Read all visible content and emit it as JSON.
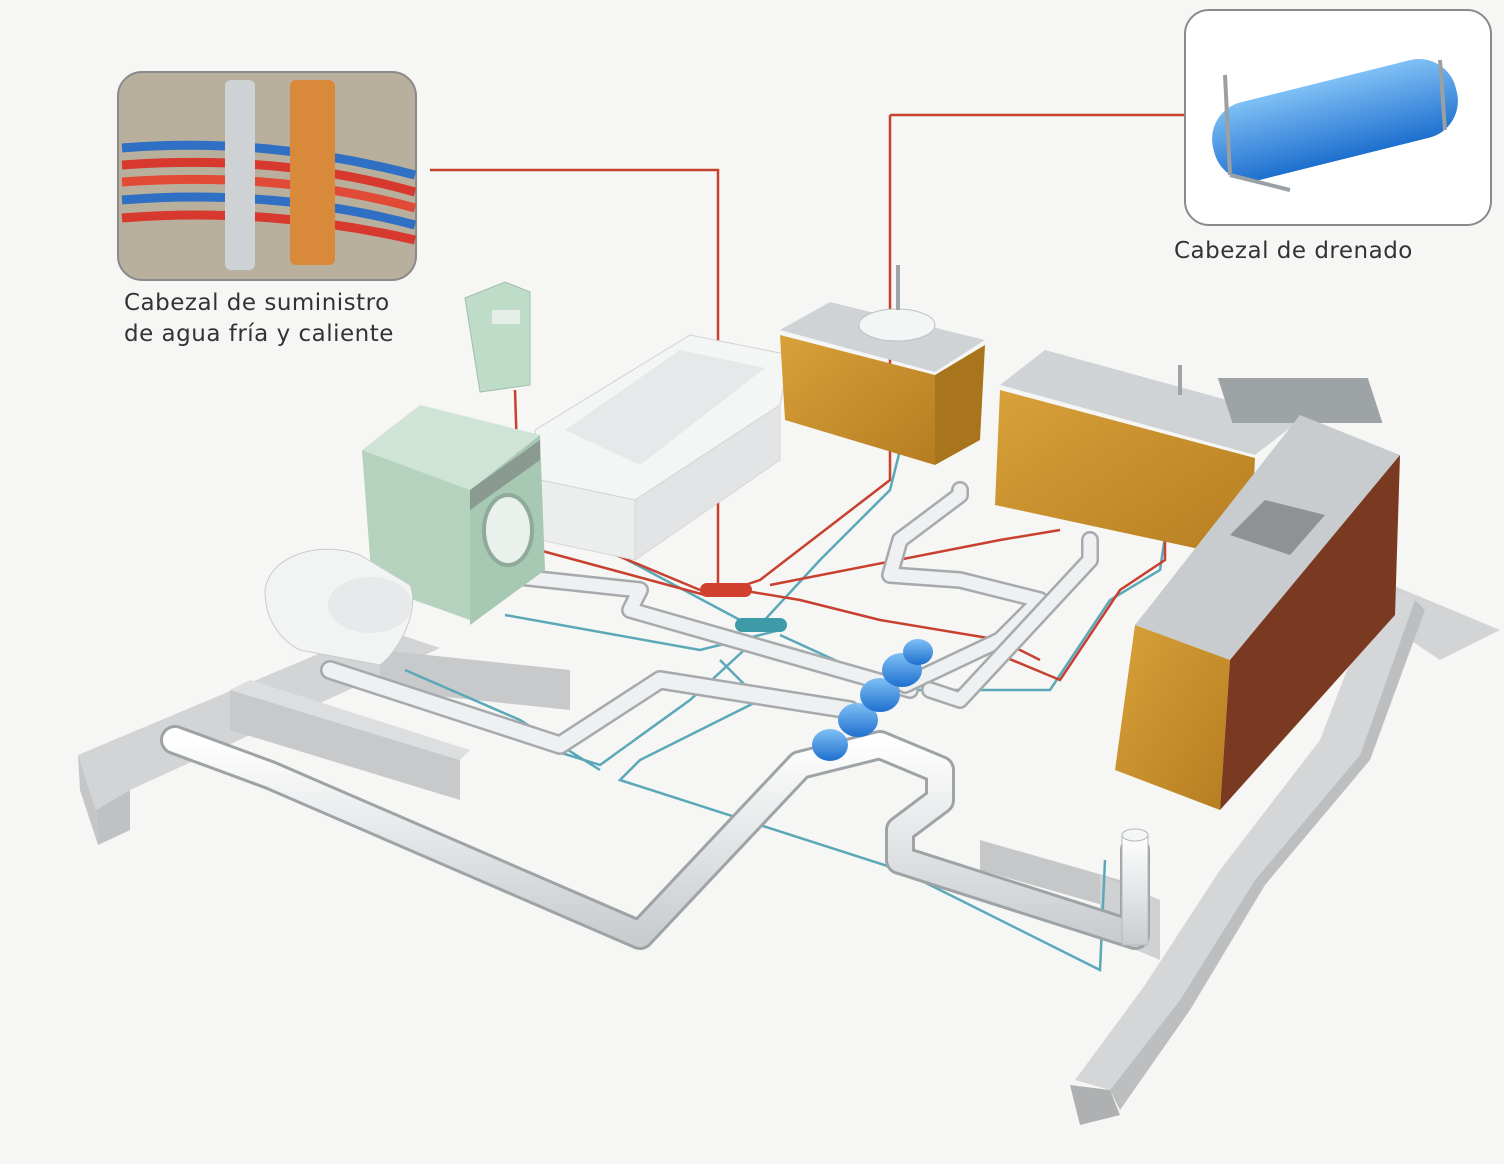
{
  "callouts": {
    "supply": {
      "line1": "Cabezal de suministro",
      "line2": "de agua fría y caliente"
    },
    "drain": {
      "label": "Cabezal de drenado"
    }
  },
  "colors": {
    "hot_line": "#c8402f",
    "cold_line": "#5aa8b8",
    "drain_pipe": "#e4e6e8",
    "manifold_blue": "#2f7fd6",
    "cabinet": "#c8922c",
    "wall": "#d7d9da",
    "appliance_green": "#b9d8c6"
  }
}
